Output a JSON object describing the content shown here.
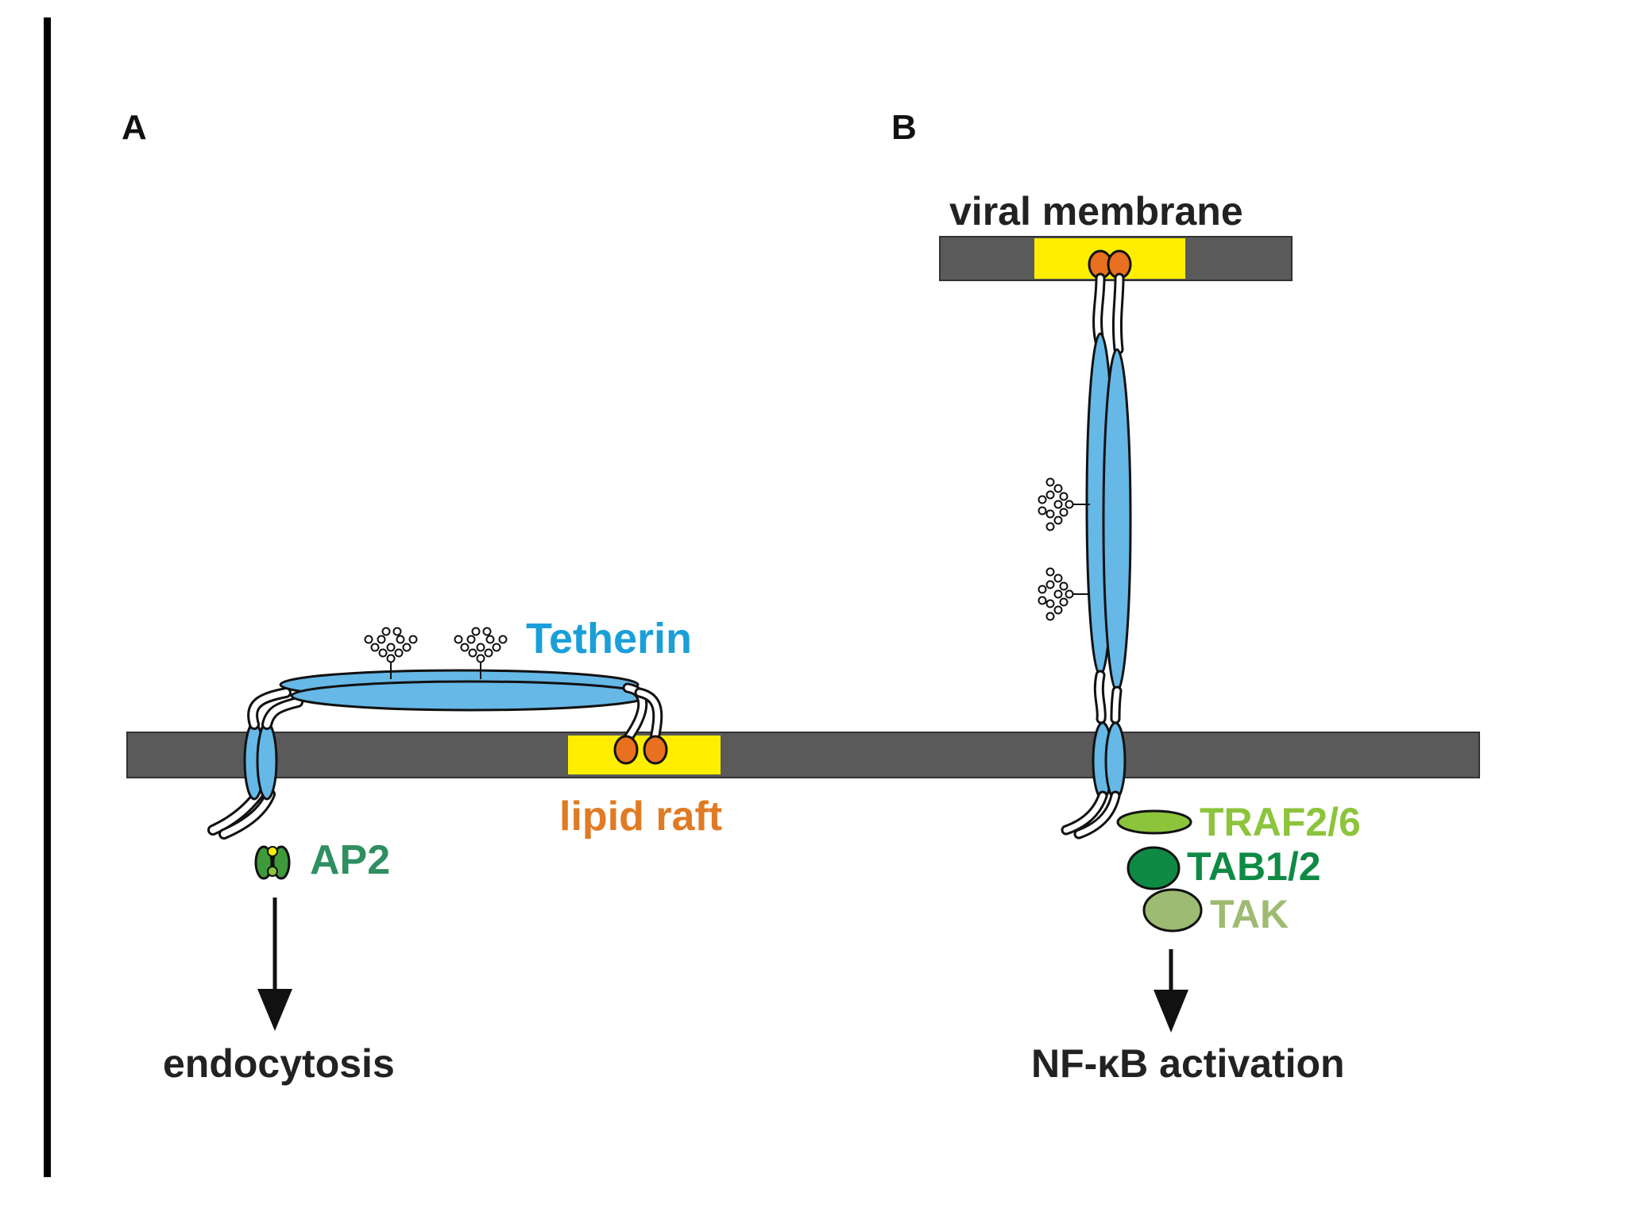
{
  "panels": {
    "a": {
      "letter": "A",
      "labels": {
        "tetherin": "Tetherin",
        "lipid_raft": "lipid raft",
        "ap2": "AP2",
        "outcome": "endocytosis"
      }
    },
    "b": {
      "letter": "B",
      "labels": {
        "viral_membrane": "viral membrane",
        "traf": "TRAF2/6",
        "tab": "TAB1/2",
        "tak": "TAK",
        "outcome": "NF-κB activation"
      }
    }
  },
  "colors": {
    "membrane": "#5a5a5a",
    "raft": "#ffee00",
    "tetherin": "#66b8e6",
    "gpi_anchor": "#e8701e",
    "tetherin_label": "#1a9fd8",
    "raft_label": "#e07b24",
    "ap2_body": "#3f9a3c",
    "ap2_label": "#2f8f60",
    "traf": "#8cc43c",
    "tab": "#0e8a45",
    "tak": "#9dbb72",
    "outline": "#111111",
    "left_rule": "#000000"
  }
}
